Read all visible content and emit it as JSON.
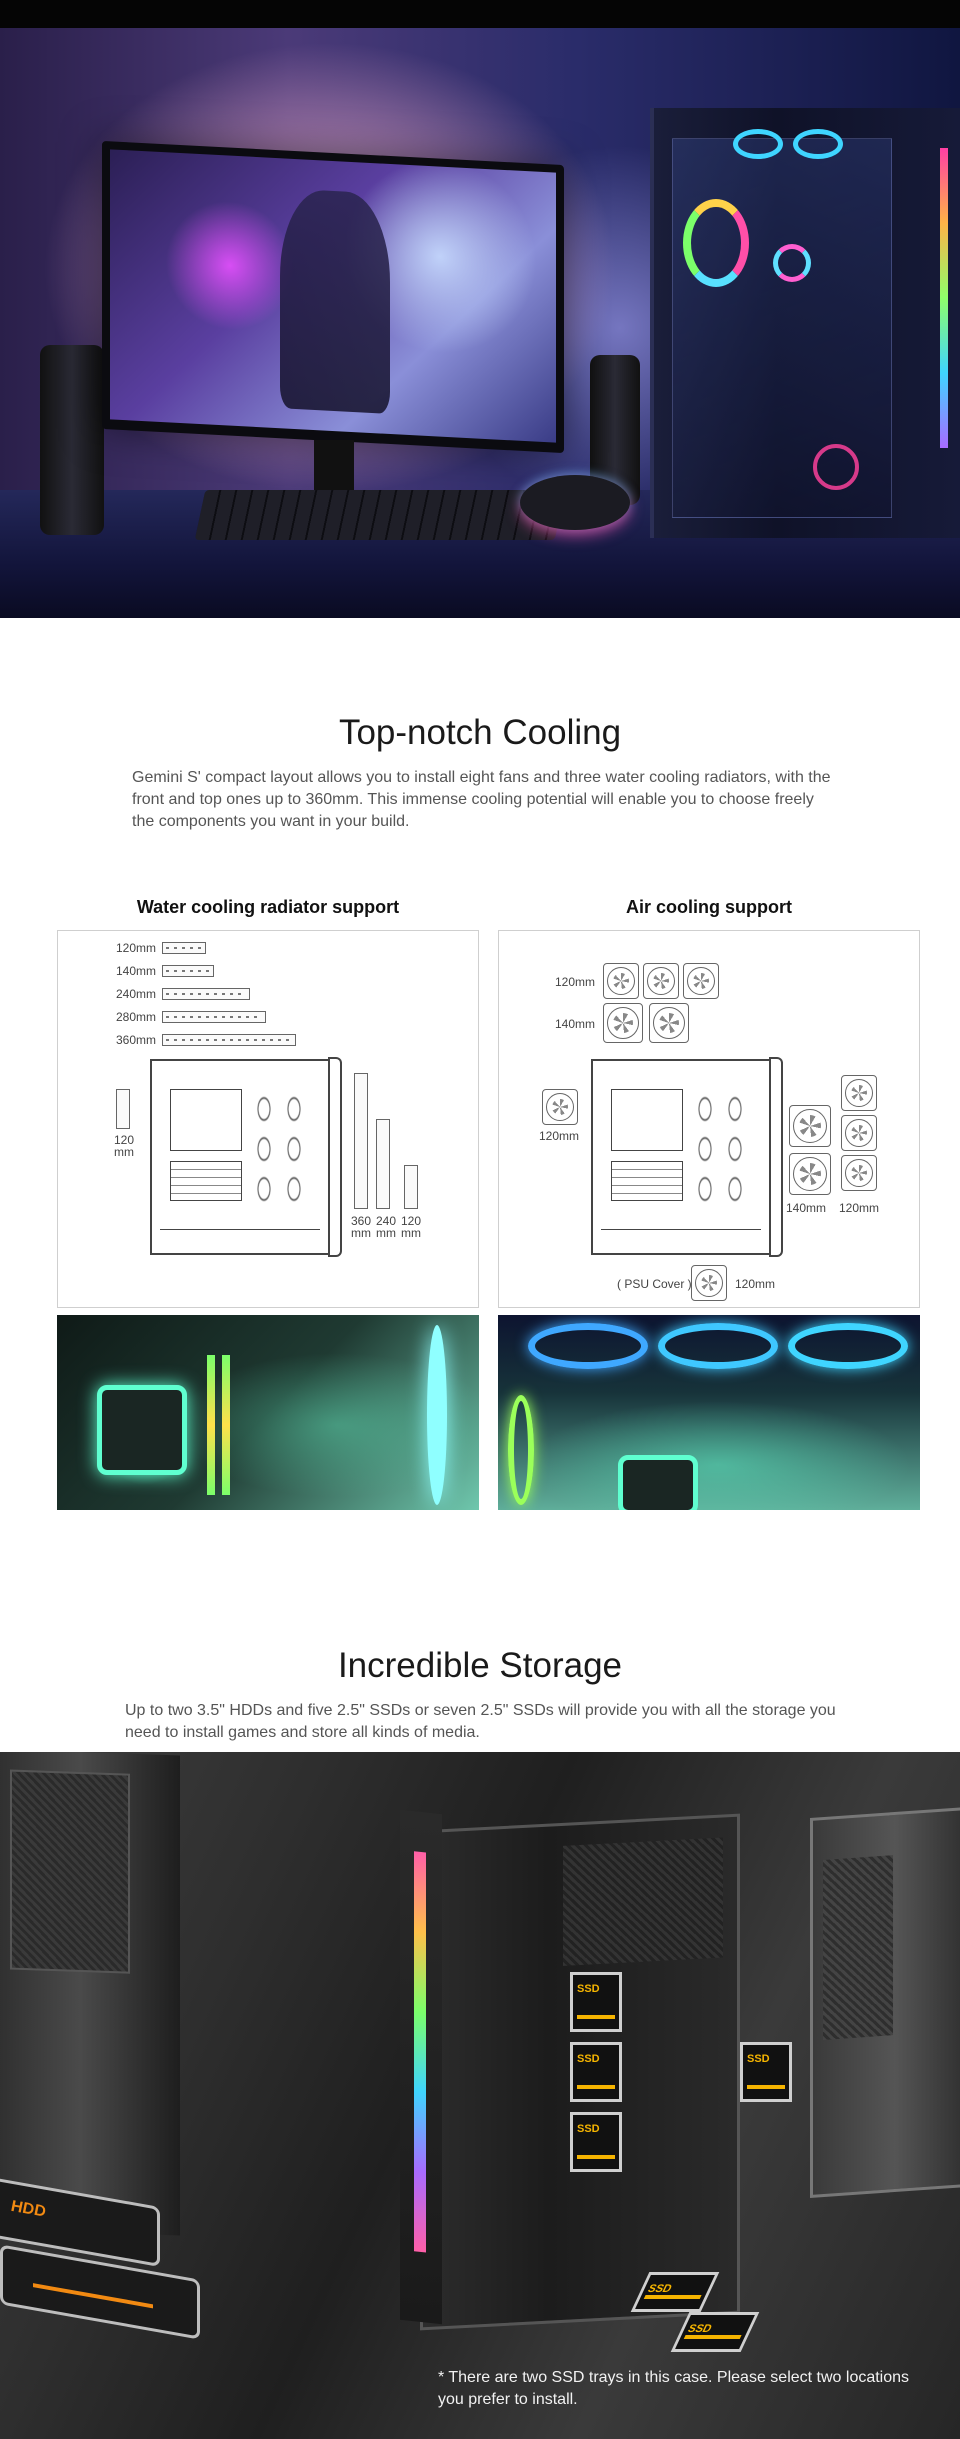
{
  "hero": {
    "colors": {
      "accent_pink": "#ff3fa4",
      "accent_cyan": "#3fd5ff",
      "accent_purple": "#a86bff"
    }
  },
  "cooling": {
    "title": "Top-notch Cooling",
    "description": "Gemini S' compact layout allows you to install eight fans and three water cooling radiators, with the front and top ones up to 360mm. This immense cooling potential will enable you to choose freely the components you want in your build.",
    "water": {
      "heading": "Water cooling radiator support",
      "top_sizes": [
        "120mm",
        "140mm",
        "240mm",
        "280mm",
        "360mm"
      ],
      "rear_size": "120\nmm",
      "front_sizes": [
        "360\nmm",
        "240\nmm",
        "120\nmm"
      ]
    },
    "air": {
      "heading": "Air cooling support",
      "top_labels": [
        "120mm",
        "140mm"
      ],
      "rear_label": "120mm",
      "front_labels": [
        "140mm",
        "120mm"
      ],
      "psu_label": "( PSU Cover )",
      "psu_size": "120mm"
    }
  },
  "storage": {
    "title": "Incredible Storage",
    "description": "Up to two 3.5\" HDDs and five 2.5\" SSDs or seven 2.5\" SSDs will provide you with all the storage you need to install games and store all kinds of media.",
    "note": "* There are two SSD trays in this case. Please select two locations you prefer to install.",
    "ssd_label": "SSD",
    "hdd_label": "HDD"
  }
}
